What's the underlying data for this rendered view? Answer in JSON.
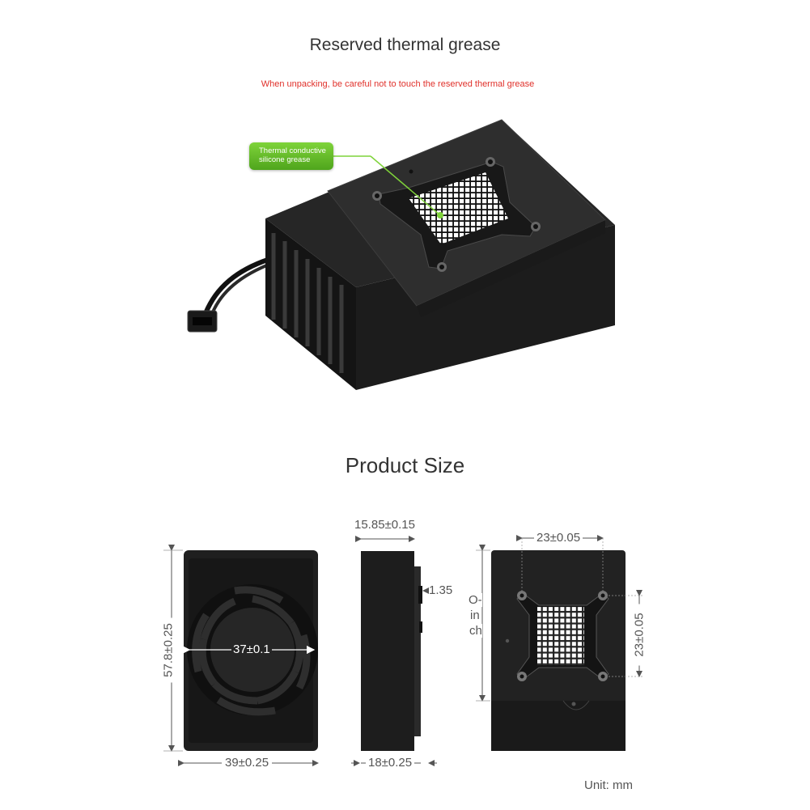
{
  "top": {
    "title": "Reserved thermal grease",
    "warning": "When unpacking, be careful not to touch the reserved thermal grease",
    "callout_line1": "Thermal conductive",
    "callout_line2": "silicone grease"
  },
  "size": {
    "title": "Product Size",
    "front": {
      "height": "57.8±0.25",
      "width": "39±0.25",
      "fan": "37±0.1"
    },
    "side": {
      "top": "15.85±0.15",
      "step": "1.35",
      "bottom": "18±0.25"
    },
    "back": {
      "hole_h": "23±0.05",
      "hole_v": "23±0.05",
      "note_1": "O-",
      "note_2": "in",
      "note_3": "ch"
    },
    "unit": "Unit: mm"
  }
}
